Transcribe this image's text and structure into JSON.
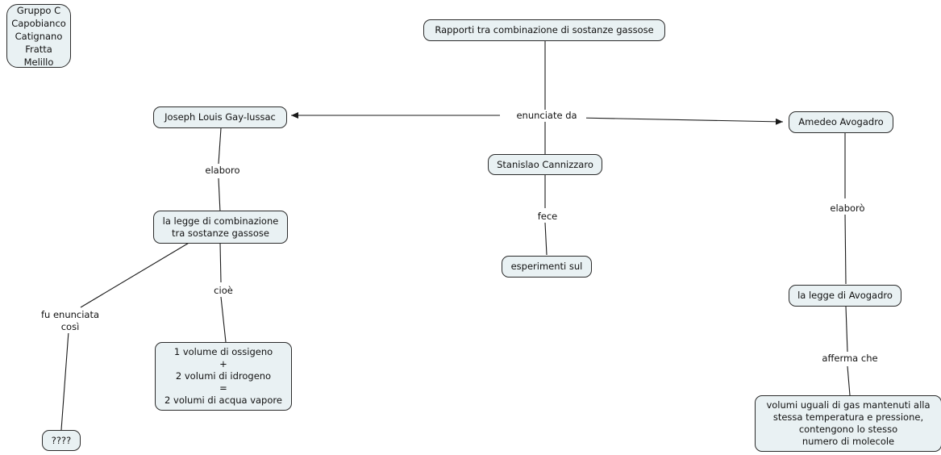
{
  "map": {
    "title": "Rapporti tra combinazione di sostanze gassose",
    "background_color": "#ffffff",
    "node_fill_color": "#e9f1f3",
    "node_border_color": "#2b2b2b",
    "edge_color": "#1a1a1a",
    "text_color": "#111111"
  },
  "nodes": {
    "group_card": "Gruppo C\nCapobianco\nCatignano\nFratta\nMelillo",
    "root": "Rapporti tra combinazione di sostanze gassose",
    "gay_lussac": "Joseph Louis Gay-lussac",
    "cannizzaro": "Stanislao Cannizzaro",
    "avogadro": "Amedeo Avogadro",
    "legge_combinazione": "la legge di combinazione\ntra sostanze gassose",
    "esperimenti": "esperimenti sul",
    "legge_avogadro": "la legge di Avogadro",
    "equazione": "1 volume di ossigeno\n+\n2 volumi di idrogeno\n=\n2 volumi di acqua vapore",
    "unknown": "????",
    "enunciato_avogadro": "volumi uguali di gas mantenuti alla\nstessa temperatura e pressione,\ncontengono lo stesso\nnumero di molecole"
  },
  "edge_labels": {
    "enunciate_da": "enunciate da",
    "elaboro": "elaboro",
    "fece": "fece",
    "elaboro_accent": "elaborò",
    "cioe": "cioè",
    "fu_enunciata_cosi": "fu enunciata\ncosì",
    "afferma_che": "afferma che"
  }
}
